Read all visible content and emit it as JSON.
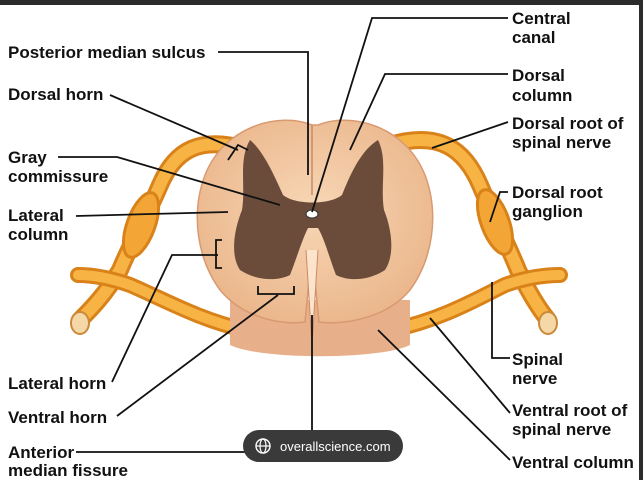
{
  "labels": {
    "posterior_median_sulcus": "Posterior median sulcus",
    "dorsal_horn": "Dorsal horn",
    "gray_commissure_l1": "Gray",
    "gray_commissure_l2": "commissure",
    "lateral_column_l1": "Lateral",
    "lateral_column_l2": "column",
    "lateral_horn": "Lateral horn",
    "ventral_horn": "Ventral horn",
    "anterior_median_fissure_l1": "Anterior",
    "anterior_median_fissure_l2": "median fissure",
    "central_canal_l1": "Central",
    "central_canal_l2": "canal",
    "dorsal_column_l1": "Dorsal",
    "dorsal_column_l2": "column",
    "dorsal_root_l1": "Dorsal root of",
    "dorsal_root_l2": "spinal nerve",
    "dorsal_root_ganglion_l1": "Dorsal root",
    "dorsal_root_ganglion_l2": "ganglion",
    "spinal_nerve_l1": "Spinal",
    "spinal_nerve_l2": "nerve",
    "ventral_root_l1": "Ventral root of",
    "ventral_root_l2": "spinal nerve",
    "ventral_column": "Ventral column"
  },
  "watermark": {
    "text": "overallscience.com",
    "icon": "globe-icon"
  },
  "colors": {
    "white_matter": "#f4c9a2",
    "gray_matter": "#6b4c3b",
    "nerve": "#f3a635",
    "nerve_dark": "#d9821a",
    "leader_line": "#111111"
  }
}
